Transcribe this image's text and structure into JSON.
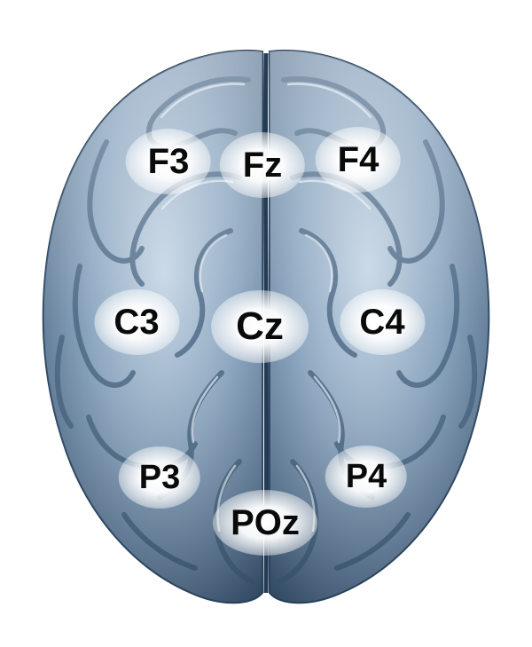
{
  "diagram": {
    "electrodes": [
      {
        "id": "f3",
        "label": "F3"
      },
      {
        "id": "fz",
        "label": "Fz"
      },
      {
        "id": "f4",
        "label": "F4"
      },
      {
        "id": "c3",
        "label": "C3"
      },
      {
        "id": "cz",
        "label": "Cz"
      },
      {
        "id": "c4",
        "label": "C4"
      },
      {
        "id": "p3",
        "label": "P3"
      },
      {
        "id": "poz",
        "label": "POz"
      },
      {
        "id": "p4",
        "label": "P4"
      }
    ],
    "colors": {
      "brain_base": "#5f7f9c",
      "brain_light": "#c9d8e6",
      "brain_dark": "#2c4661",
      "label": "#0a0a0a",
      "glow": "#ffffff"
    }
  }
}
